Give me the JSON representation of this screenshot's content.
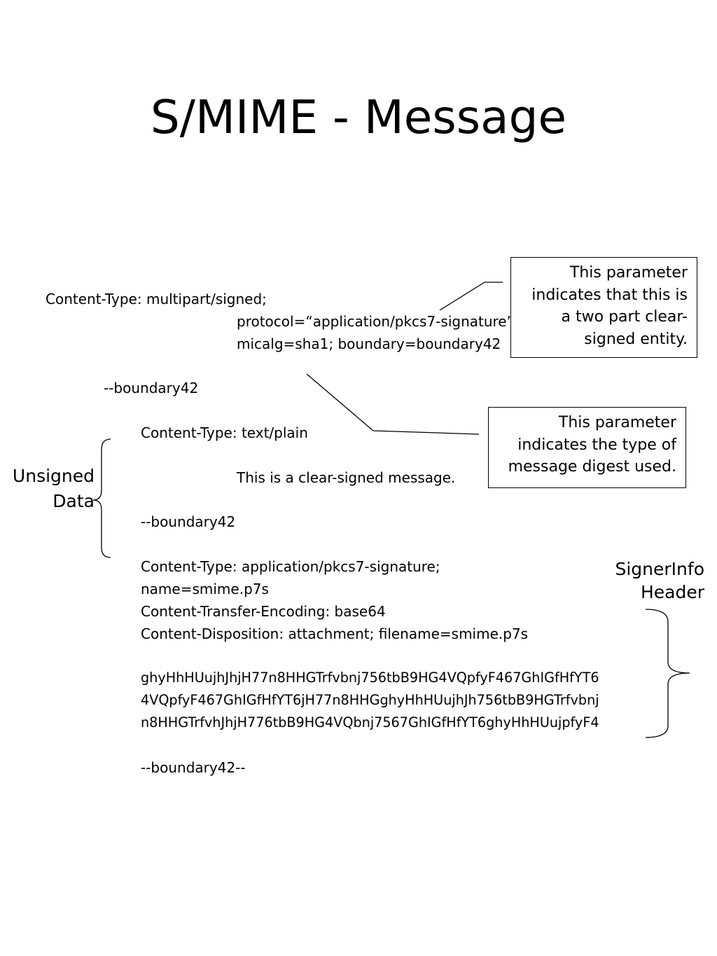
{
  "title": "S/MIME - Message",
  "message_lines": {
    "content_type_header": "Content-Type: multipart/signed;",
    "protocol_param": "protocol=“application/pkcs7-signature”;",
    "micalg_param": "micalg=sha1; boundary=boundary42",
    "boundary_1": "--boundary42",
    "part1_content_type": "Content-Type: text/plain",
    "part1_body": "This is a clear-signed message.",
    "boundary_2": "--boundary42",
    "part2_content_type": "Content-Type: application/pkcs7-signature;",
    "part2_name": "name=smime.p7s",
    "part2_transfer_encoding": "Content-Transfer-Encoding: base64",
    "part2_disposition": "Content-Disposition: attachment; filename=smime.p7s",
    "signature_line_1": "ghyHhHUujhJhjH77n8HHGTrfvbnj756tbB9HG4VQpfyF467GhIGfHfYT6",
    "signature_line_2": "4VQpfyF467GhIGfHfYT6jH77n8HHGghyHhHUujhJh756tbB9HGTrfvbnj",
    "signature_line_3": "n8HHGTrfvhJhjH776tbB9HG4VQbnj7567GhIGfHfYT6ghyHhHUujpfyF4",
    "boundary_end": "--boundary42--"
  },
  "callouts": {
    "protocol_note": "This parameter indicates that this is a two part clear-signed entity.",
    "micalg_note": "This parameter indicates the type of message digest used."
  },
  "brace_labels": {
    "unsigned_data": "Unsigned Data",
    "signerinfo_header": "SignerInfo Header"
  }
}
